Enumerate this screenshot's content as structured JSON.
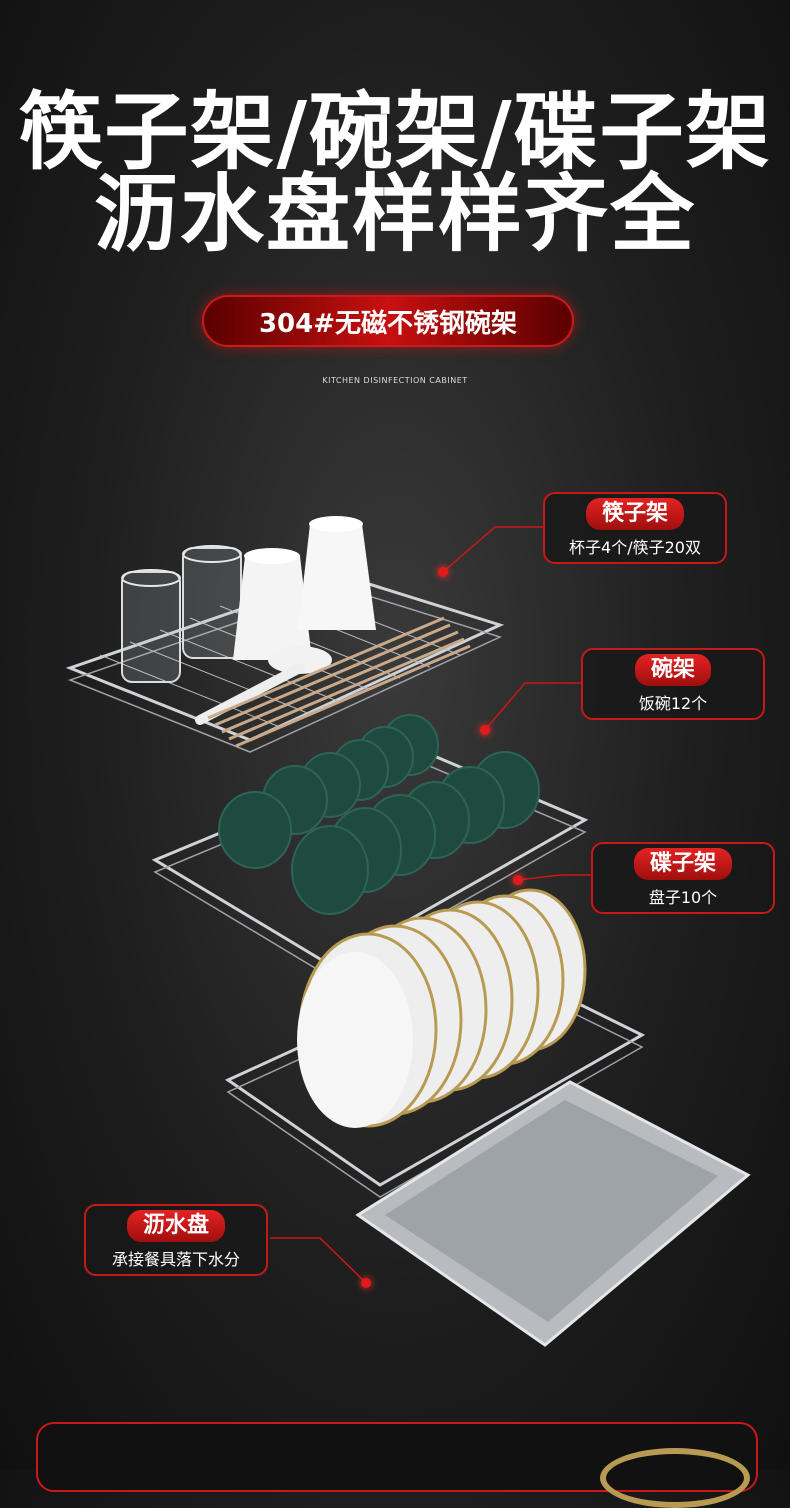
{
  "headline": {
    "line1": "筷子架/碗架/碟子架",
    "line2": "沥水盘样样齐全"
  },
  "badge": {
    "label": "304#无磁不锈钢碗架"
  },
  "subtitle": "KITCHEN DISINFECTION CABINET",
  "callouts": [
    {
      "title": "筷子架",
      "desc": "杯子4个/筷子20双"
    },
    {
      "title": "碗架",
      "desc": "饭碗12个"
    },
    {
      "title": "碟子架",
      "desc": "盘子10个"
    },
    {
      "title": "沥水盘",
      "desc": "承接餐具落下水分"
    }
  ],
  "colors": {
    "accent_red": "#d01818",
    "bowl_green": "#1f4a40",
    "steel": "#c9ccd0",
    "gold_rim": "#b99a52"
  }
}
